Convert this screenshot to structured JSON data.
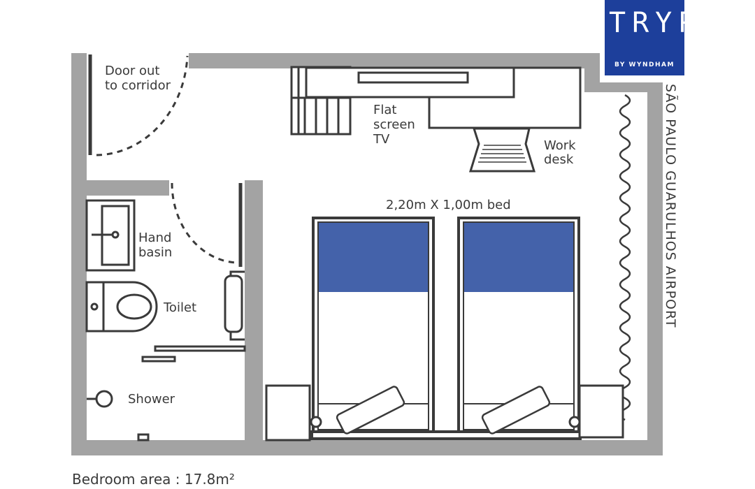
{
  "brand": {
    "logo_main": "TRYP",
    "logo_sub": "BY WYNDHAM",
    "logo_color": "#1d3f9b"
  },
  "hotel_location": "SÃO PAULO  GUARULHOS  AIRPORT",
  "labels": {
    "door_line1": "Door out",
    "door_line2": "to corridor",
    "tv_line1": "Flat",
    "tv_line2": "screen",
    "tv_line3": "TV",
    "desk_line1": "Work",
    "desk_line2": "desk",
    "bed": "2,20m X 1,00m bed",
    "basin_line1": "Hand",
    "basin_line2": "basin",
    "toilet": "Toilet",
    "shower": "Shower"
  },
  "bedroom_area": "Bedroom area : 17.8m²",
  "colors": {
    "wall": "#a3a3a3",
    "outline": "#3a3a3a",
    "pillow": "#4462aa"
  }
}
